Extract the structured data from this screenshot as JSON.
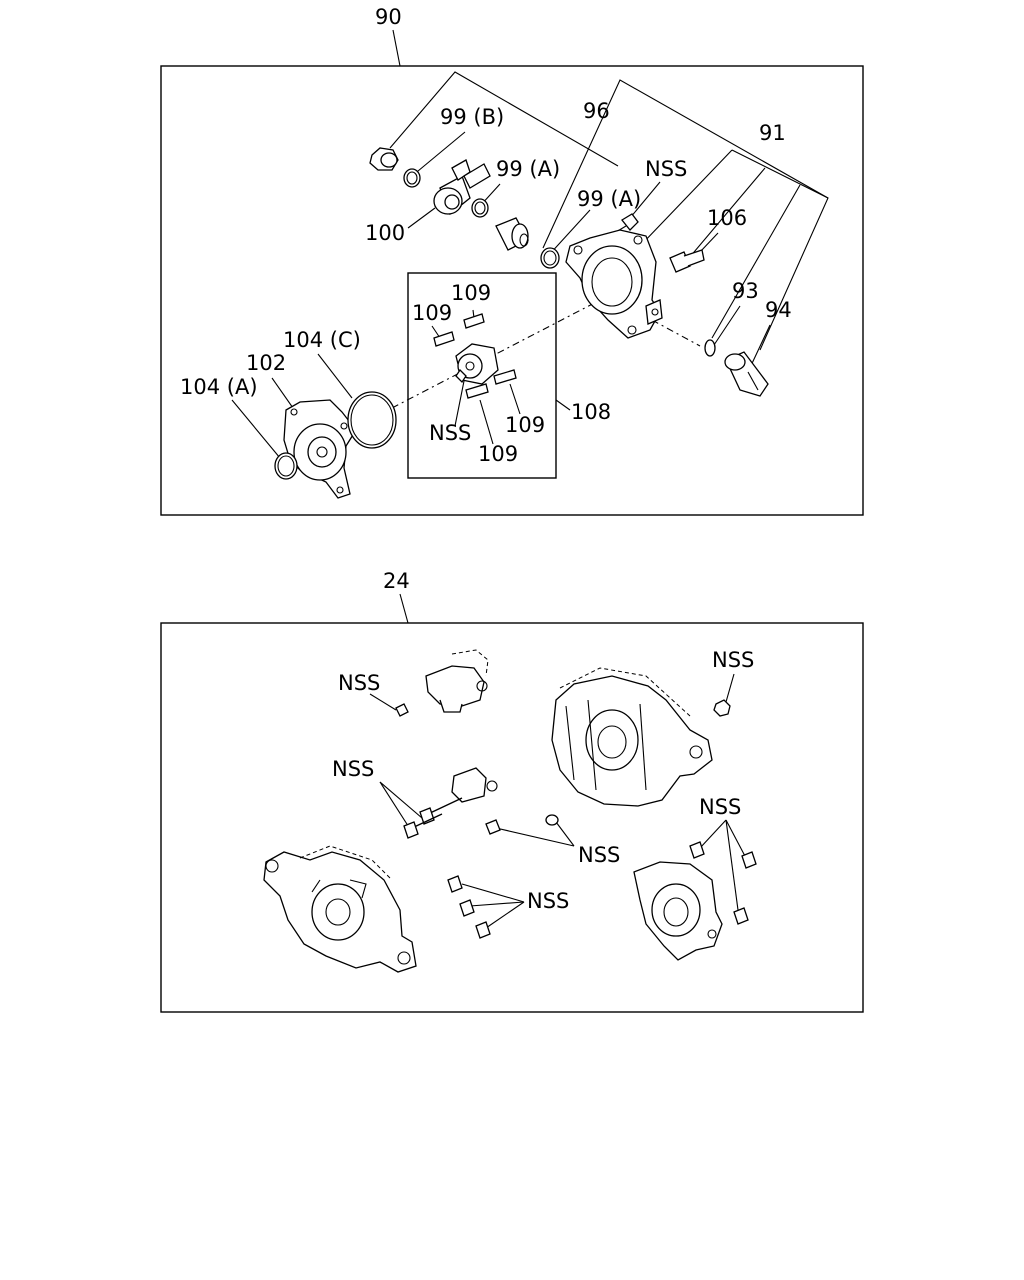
{
  "diagram_top": {
    "ref": "90",
    "labels": {
      "l96": "96",
      "l91": "91",
      "l99b": "99 (B)",
      "l99a1": "99 (A)",
      "l99a2": "99 (A)",
      "nss_bolt": "NSS",
      "l106": "106",
      "l100": "100",
      "l109a": "109",
      "l109b": "109",
      "l93": "93",
      "l94": "94",
      "l104c": "104 (C)",
      "l102": "102",
      "l104a": "104 (A)",
      "l108": "108",
      "nss_rotor": "NSS",
      "l109c": "109",
      "l109d": "109"
    }
  },
  "diagram_bottom": {
    "ref": "24",
    "labels": {
      "nss1": "NSS",
      "nss2": "NSS",
      "nss3": "NSS",
      "nss4": "NSS",
      "nss5": "NSS",
      "nss6": "NSS"
    }
  }
}
